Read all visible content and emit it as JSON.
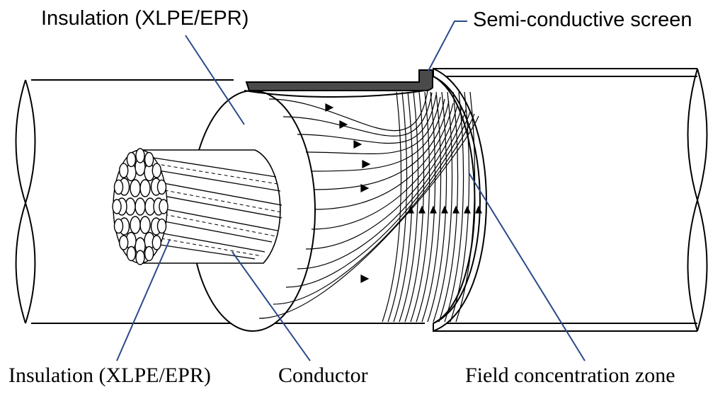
{
  "labels": {
    "insulation_top": "Insulation (XLPE/EPR)",
    "semi_conductive_screen": "Semi-conductive screen",
    "insulation_bottom": "Insulation (XLPE/EPR)",
    "conductor": "Conductor",
    "field_concentration_zone": "Field concentration zone"
  },
  "colors": {
    "leader_line": "#2b4a8a",
    "outline": "#000000",
    "screen_fill": "#4a4a4a"
  }
}
